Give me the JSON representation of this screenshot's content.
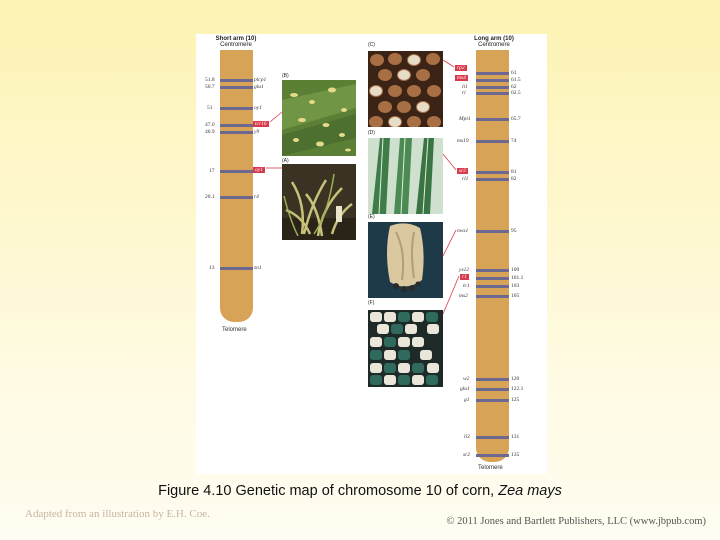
{
  "short_arm": {
    "title": "Short arm (10)",
    "subtitle": "Centromere",
    "markers": [
      {
        "pos": "51.8",
        "gene": "plcp1"
      },
      {
        "pos": "50.7",
        "gene": "glu1"
      },
      {
        "pos": "51",
        "gene": "oy1"
      },
      {
        "pos": "47.0",
        "gene": "tcr16"
      },
      {
        "pos": "46.9",
        "gene": "y9"
      },
      {
        "pos": "17",
        "gene": "oy1"
      },
      {
        "pos": "20.1",
        "gene": "r4"
      },
      {
        "pos": "13",
        "gene": "zn1"
      }
    ],
    "telomere": "Telomere"
  },
  "long_arm": {
    "title": "Long arm (10)",
    "subtitle": "Centromere",
    "markers": [
      {
        "pos": "61",
        "gene": "rp2"
      },
      {
        "pos": "61.5",
        "gene": "ms4"
      },
      {
        "pos": "62",
        "gene": "li1"
      },
      {
        "pos": "62.5",
        "gene": "ri"
      },
      {
        "pos": "65.7",
        "gene": "Mpi1"
      },
      {
        "pos": "74",
        "gene": "ms19"
      },
      {
        "pos": "81",
        "gene": "sr2"
      },
      {
        "pos": "82",
        "gene": "rl1"
      },
      {
        "pos": "95",
        "gene": "nws1"
      },
      {
        "pos": "100",
        "gene": "ys12"
      },
      {
        "pos": "101.1",
        "gene": "r1"
      },
      {
        "pos": "103",
        "gene": "lc1"
      },
      {
        "pos": "105",
        "gene": "ms2"
      },
      {
        "pos": "120",
        "gene": "w2"
      },
      {
        "pos": "122.1",
        "gene": "glu1"
      },
      {
        "pos": "125",
        "gene": "g1"
      },
      {
        "pos": "131",
        "gene": "li3"
      },
      {
        "pos": "135",
        "gene": "sr2"
      }
    ],
    "telomere": "Telomere"
  },
  "panels": [
    {
      "label": "(B)"
    },
    {
      "label": "(A)"
    },
    {
      "label": "(C)"
    },
    {
      "label": "(D)"
    },
    {
      "label": "(E)"
    },
    {
      "label": "(F)"
    }
  ],
  "caption": {
    "prefix": "Figure 4.10 Genetic map of chromosome 10 of corn, ",
    "species": "Zea mays"
  },
  "credit_left": "Adapted from an illustration by E.H. Coe.",
  "credit_right": "© 2011 Jones and Bartlett Publishers, LLC (www.jbpub.com)",
  "colors": {
    "chromosome": "#d7a457",
    "band": "#6d6891",
    "highlight": "#d83a4e"
  }
}
